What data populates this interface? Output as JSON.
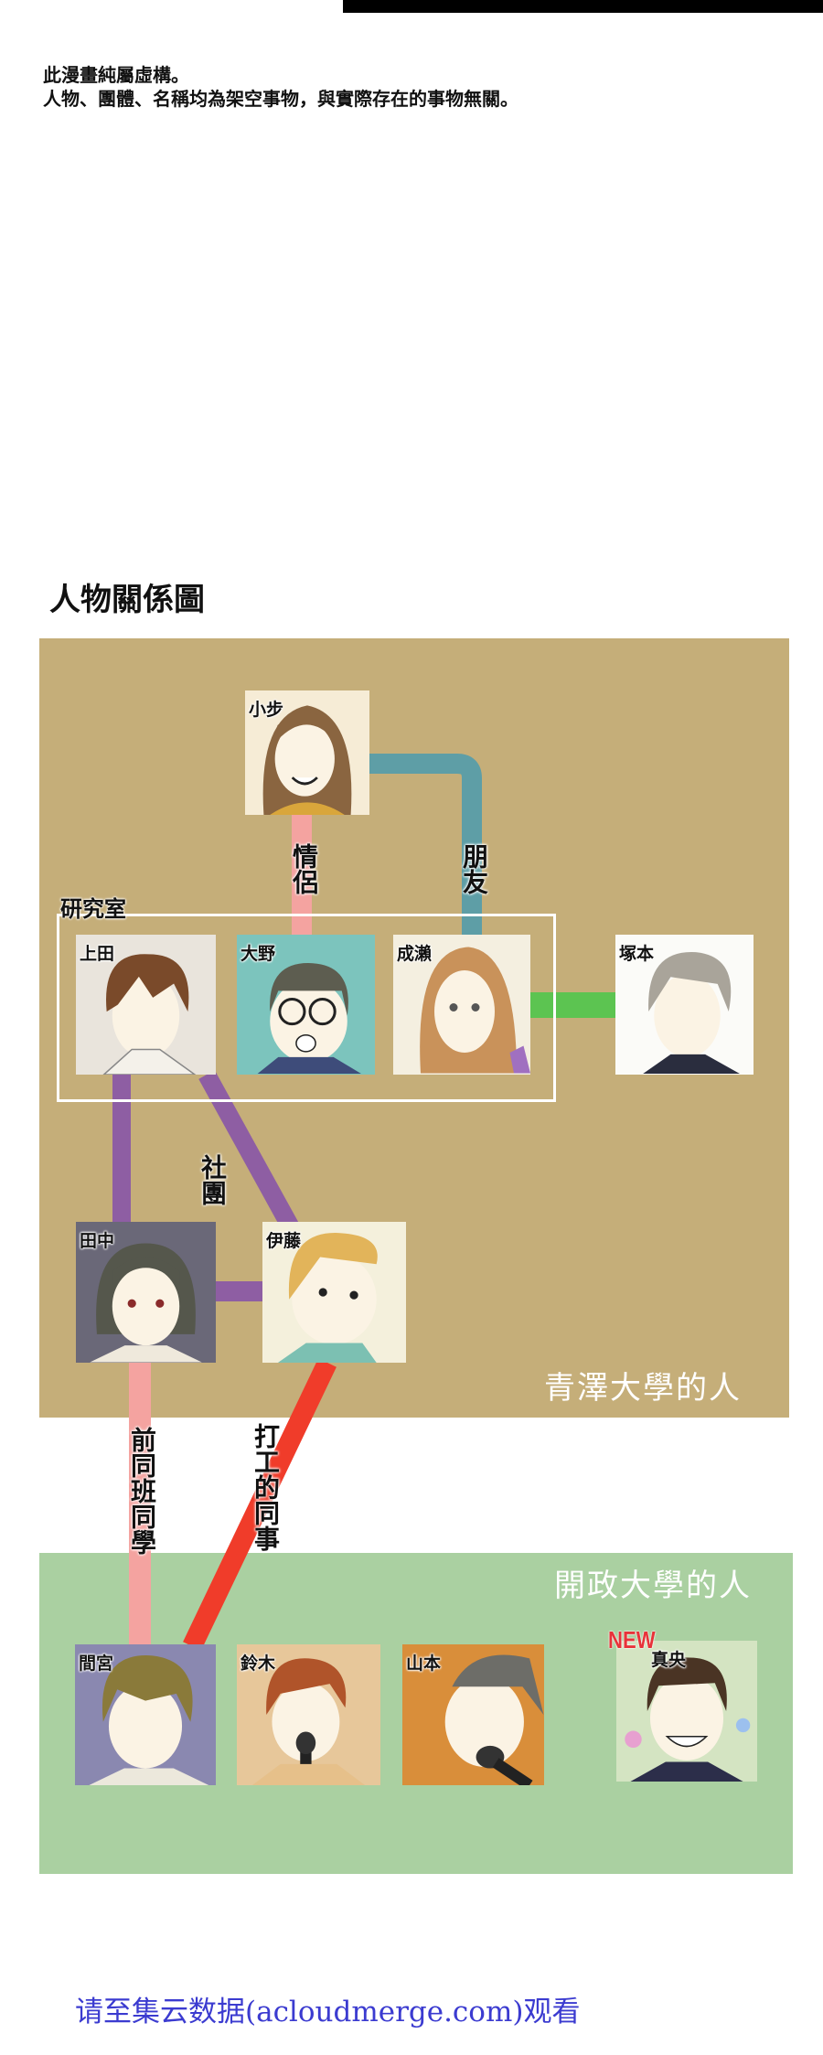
{
  "disclaimer": {
    "line1": "此漫畫純屬虛構。",
    "line2": "人物、團體、名稱均為架空事物，與實際存在的事物無關。"
  },
  "chart_title": "人物關係圖",
  "groups": {
    "lab": "研究室",
    "aozawa": "青澤大學的人",
    "kaisei": "開政大學的人"
  },
  "characters": {
    "koayumi": "小步",
    "ueda": "上田",
    "ono": "大野",
    "naruse": "成瀨",
    "tsukamoto": "塚本",
    "tanaka": "田中",
    "ito": "伊藤",
    "mamiya": "間宮",
    "suzuki": "鈴木",
    "yamamoto": "山本",
    "mao": "真央"
  },
  "new_badge": "NEW",
  "relations": {
    "lovers": "情侶",
    "friends": "朋友",
    "club": "社團",
    "former_classmates": "前同班同學",
    "work_colleagues": "打工的同事"
  },
  "colors": {
    "aozawa_bg": "#c5ae79",
    "kaisei_bg": "#aad0a1",
    "lovers": "#f4a3a0",
    "friends": "#5e9ea6",
    "acquaint": "#5cc451",
    "club": "#8e5ea3",
    "work": "#f03c2a",
    "new_badge": "#e8333a",
    "watermark": "#3b3bd0"
  },
  "watermark": "请至集云数据(acloudmerge.com)观看"
}
